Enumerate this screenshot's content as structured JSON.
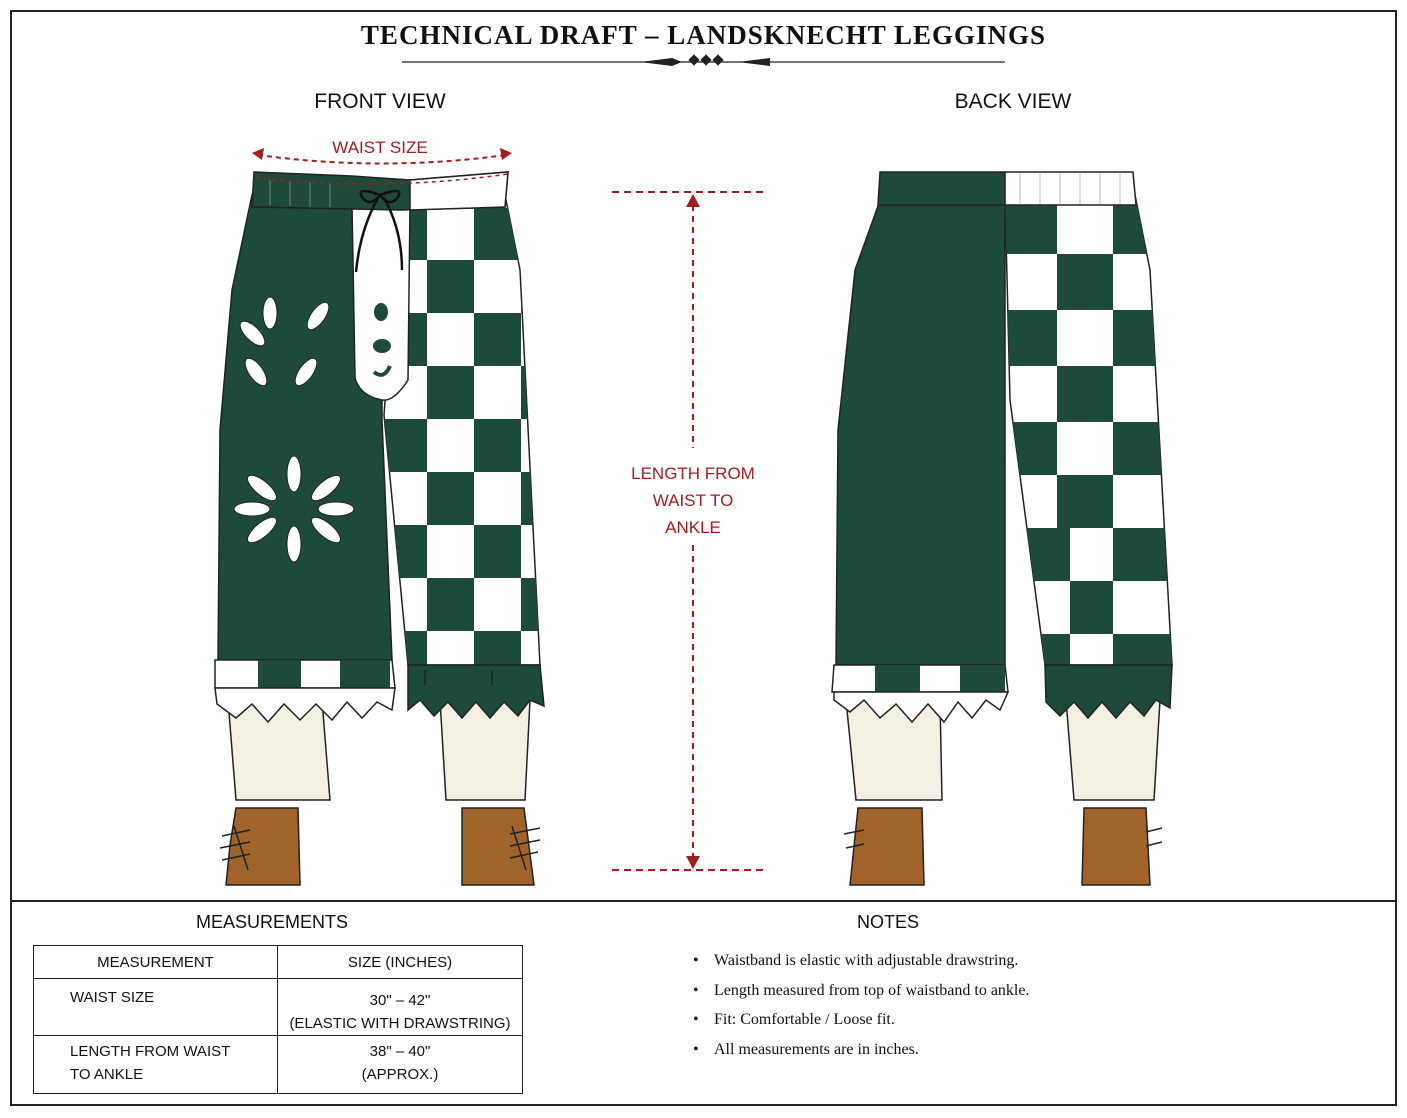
{
  "title": "TECHNICAL DRAFT – LANDSKNECHT LEGGINGS",
  "views": {
    "front": "FRONT VIEW",
    "back": "BACK VIEW"
  },
  "dimensions": {
    "waist": "WAIST SIZE",
    "length": [
      "LENGTH FROM",
      "WAIST TO",
      "ANKLE"
    ]
  },
  "measurements": {
    "title": "MEASUREMENTS",
    "headers": [
      "MEASUREMENT",
      "SIZE (INCHES)"
    ],
    "rows": [
      {
        "name": [
          "WAIST SIZE"
        ],
        "value": [
          "30\" – 42\"",
          "(ELASTIC WITH DRAWSTRING)"
        ]
      },
      {
        "name": [
          "LENGTH FROM WAIST",
          "TO ANKLE"
        ],
        "value": [
          "38\" – 40\"",
          "(APPROX.)"
        ]
      }
    ]
  },
  "notes": {
    "title": "NOTES",
    "items": [
      "Waistband is elastic with adjustable drawstring.",
      "Length measured from top of waistband to ankle.",
      "Fit: Comfortable / Loose fit.",
      "All measurements are in inches."
    ]
  },
  "colors": {
    "green": "#1e4a3a",
    "white": "#ffffff",
    "accent": "#a31d1d",
    "boot": "#a0642a",
    "linen": "#f3efe3"
  }
}
